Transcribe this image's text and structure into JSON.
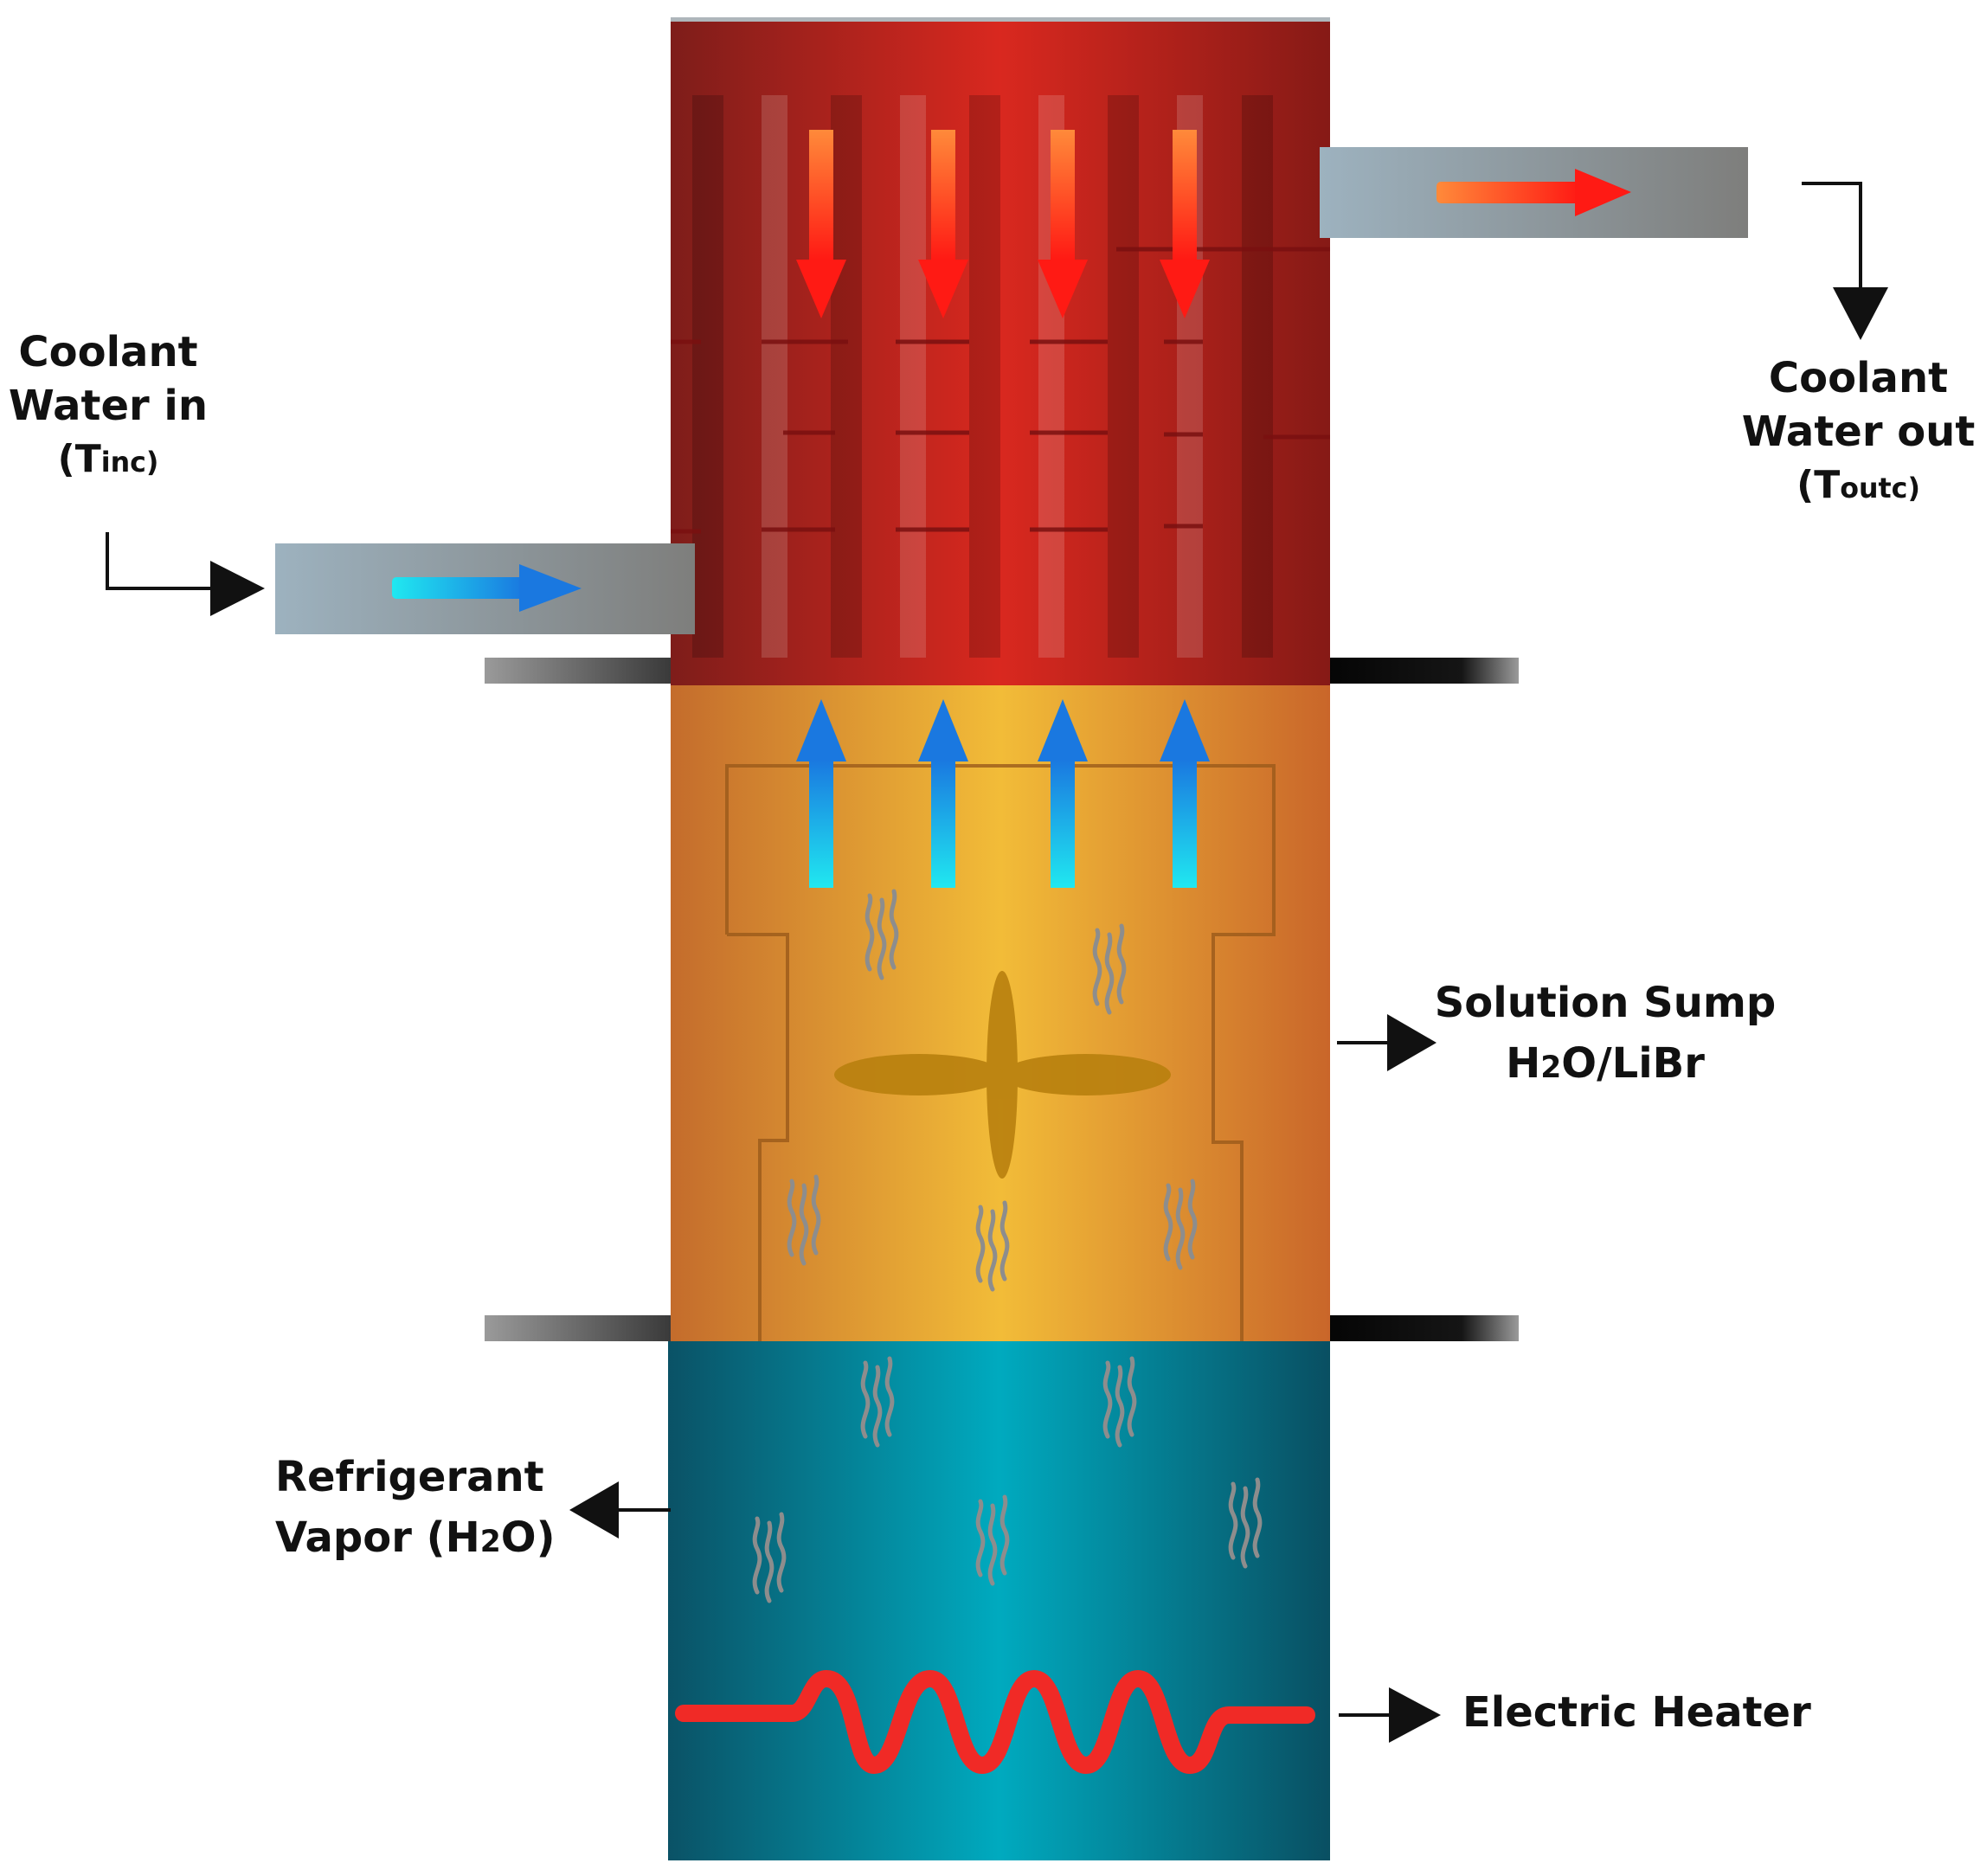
{
  "labels": {
    "coolant_in": {
      "line1": "Coolant",
      "line2": "Water in",
      "open": "(T",
      "sub": "inc",
      "close": ")"
    },
    "coolant_out": {
      "line1": "Coolant",
      "line2": "Water out",
      "open": "(T",
      "sub": "outc",
      "close": ")"
    },
    "solution_sump": {
      "line1": "Solution Sump",
      "h": "H",
      "two": "2",
      "rest": "O/LiBr"
    },
    "refrigerant_vapor": {
      "line1": "Refrigerant",
      "pre": "Vapor (H",
      "two": "2",
      "post": "O)"
    },
    "electric_heater": "Electric Heater"
  },
  "sections": {
    "condenser": {
      "colors": [
        "#8a1f1a",
        "#d9281f",
        "#8e1a16"
      ]
    },
    "generator": {
      "colors": [
        "#c8702a",
        "#f0b838",
        "#c8682a"
      ]
    },
    "heater_chamber": {
      "colors": [
        "#0b5a6e",
        "#00a8bc",
        "#0a5668"
      ]
    }
  },
  "colors": {
    "hot_arrow": "#ff2a1a",
    "cold_arrow": "#1e8fe8",
    "pipe": "#9aa9b3",
    "heater_coil": "#f02a26"
  }
}
